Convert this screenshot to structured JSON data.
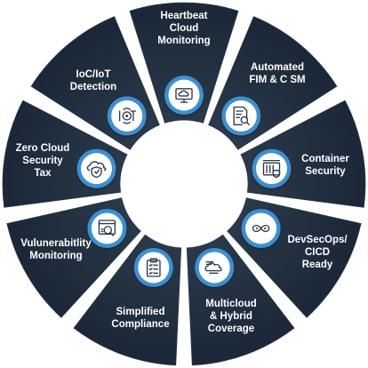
{
  "colors": {
    "segment": "#1f2c3c",
    "segment_edge": "#2c3a4c",
    "ring_blue": "#3d8fd1",
    "ring_inner": "#ffffff",
    "icon": "#2f3a48",
    "text": "#ffffff",
    "gap": "#ffffff"
  },
  "segments": [
    {
      "label_lines": [
        "Heartbeat",
        "Cloud",
        "Monitoring"
      ],
      "icon": "cloud-monitor-icon"
    },
    {
      "label_lines": [
        "Automated",
        "FIM & C SM"
      ],
      "icon": "document-search-icon"
    },
    {
      "label_lines": [
        "Container",
        "Security"
      ],
      "icon": "container-shield-icon"
    },
    {
      "label_lines": [
        "DevSecOps/",
        "CICD",
        "Ready"
      ],
      "icon": "infinity-loop-icon"
    },
    {
      "label_lines": [
        "Multicloud",
        "& Hybrid",
        "Coverage"
      ],
      "icon": "multicloud-icon"
    },
    {
      "label_lines": [
        "Simplified",
        "Compliance"
      ],
      "icon": "clipboard-checklist-icon"
    },
    {
      "label_lines": [
        "Vulunerabitlity",
        "Monitoring"
      ],
      "icon": "vulnerability-scan-icon"
    },
    {
      "label_lines": [
        "Zero Cloud",
        "Security",
        "Tax"
      ],
      "icon": "cloud-shield-icon"
    },
    {
      "label_lines": [
        "IoC/IoT",
        "Detection"
      ],
      "icon": "iot-chip-icon"
    }
  ]
}
